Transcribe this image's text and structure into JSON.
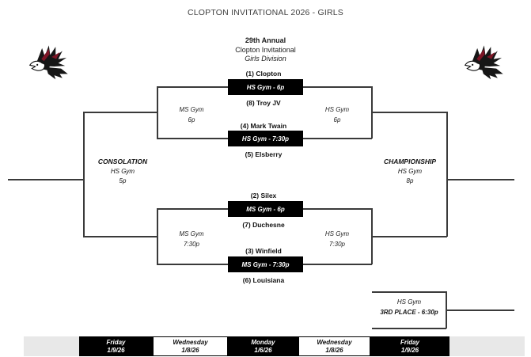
{
  "title": "CLOPTON INVITATIONAL 2026 - GIRLS",
  "header": {
    "annual": "29th Annual",
    "event": "Clopton Invitational",
    "division": "Girls Division"
  },
  "logo": {
    "name": "eagle-mascot"
  },
  "games": [
    {
      "seed_top": "(1) Clopton",
      "venue_time": "HS Gym - 6p",
      "seed_bottom": "(8) Troy JV"
    },
    {
      "seed_top": "(4) Mark Twain",
      "venue_time": "HS Gym - 7:30p",
      "seed_bottom": "(5) Elsberry"
    },
    {
      "seed_top": "(2) Silex",
      "venue_time": "MS Gym - 6p",
      "seed_bottom": "(7) Duchesne"
    },
    {
      "seed_top": "(3) Winfield",
      "venue_time": "MS Gym - 7:30p",
      "seed_bottom": "(6) Louisiana"
    }
  ],
  "semifinals": {
    "consolation_top": {
      "venue": "MS Gym",
      "time": "6p"
    },
    "championship_top": {
      "venue": "HS Gym",
      "time": "6p"
    },
    "consolation_bottom": {
      "venue": "MS Gym",
      "time": "7:30p"
    },
    "championship_bottom": {
      "venue": "HS Gym",
      "time": "7:30p"
    }
  },
  "finals": {
    "consolation": {
      "title": "CONSOLATION",
      "venue": "HS Gym",
      "time": "5p"
    },
    "championship": {
      "title": "CHAMPIONSHIP",
      "venue": "HS Gym",
      "time": "8p"
    },
    "third_place": {
      "venue": "HS Gym",
      "title": "3RD PLACE - 6:30p"
    }
  },
  "schedule": [
    {
      "day": "Friday",
      "date": "1/9/26"
    },
    {
      "day": "Wednesday",
      "date": "1/8/26"
    },
    {
      "day": "Monday",
      "date": "1/6/26"
    },
    {
      "day": "Wednesday",
      "date": "1/8/26"
    },
    {
      "day": "Friday",
      "date": "1/9/26"
    }
  ],
  "colors": {
    "bar_background": "#000000",
    "bar_text": "#ffffff",
    "line": "#3a3a3a",
    "footer_strip": "#e8e8e8",
    "logo_accent": "#7d1526"
  }
}
